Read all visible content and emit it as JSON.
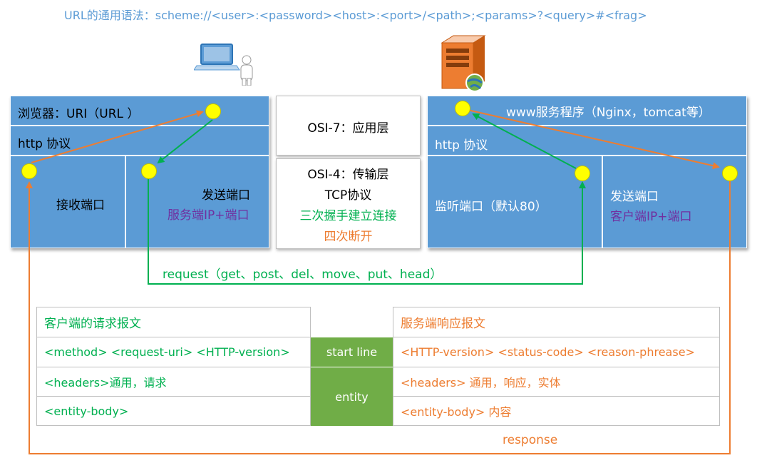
{
  "title": "URL的通用语法：scheme://<user>:<password><host>:<port>/<path>;<params>?<query>#<frag>",
  "client": {
    "browser_label": "浏览器：URI（URL ）",
    "http_label": "http 协议",
    "recv_port": "接收端口",
    "send_port": "发送端口",
    "send_target": "服务端IP+端口"
  },
  "osi": {
    "layer7": "OSI-7：应用层",
    "layer4": "OSI-4：传输层",
    "tcp": "TCP协议",
    "handshake": "三次握手建立连接",
    "disconnect": "四次断开"
  },
  "server": {
    "service_label": "www服务程序（Nginx，tomcat等）",
    "http_label": "http 协议",
    "listen_port": "监听端口（默认80）",
    "send_port": "发送端口",
    "send_target": "客户端IP+端口"
  },
  "request_label": "request（get、post、del、move、put、head）",
  "response_label": "response",
  "request_table": {
    "header": "客户端的请求报文",
    "rows": [
      "<method> <request-uri> <HTTP-version>",
      "<headers>通用，请求",
      "<entity-body>"
    ]
  },
  "middle": {
    "start_line": "start line",
    "entity": "entity"
  },
  "response_table": {
    "header": "服务端响应报文",
    "rows": [
      "<HTTP-version> <status-code> <reason-phrease>",
      "<headers> 通用，响应，实体",
      "<entity-body> 内容"
    ]
  },
  "colors": {
    "box_blue": "#5b9bd5",
    "request_green": "#00b050",
    "response_orange": "#ed7d31",
    "port_purple": "#7030a0",
    "dot_yellow": "#ffff00",
    "middle_green": "#70ad47"
  }
}
